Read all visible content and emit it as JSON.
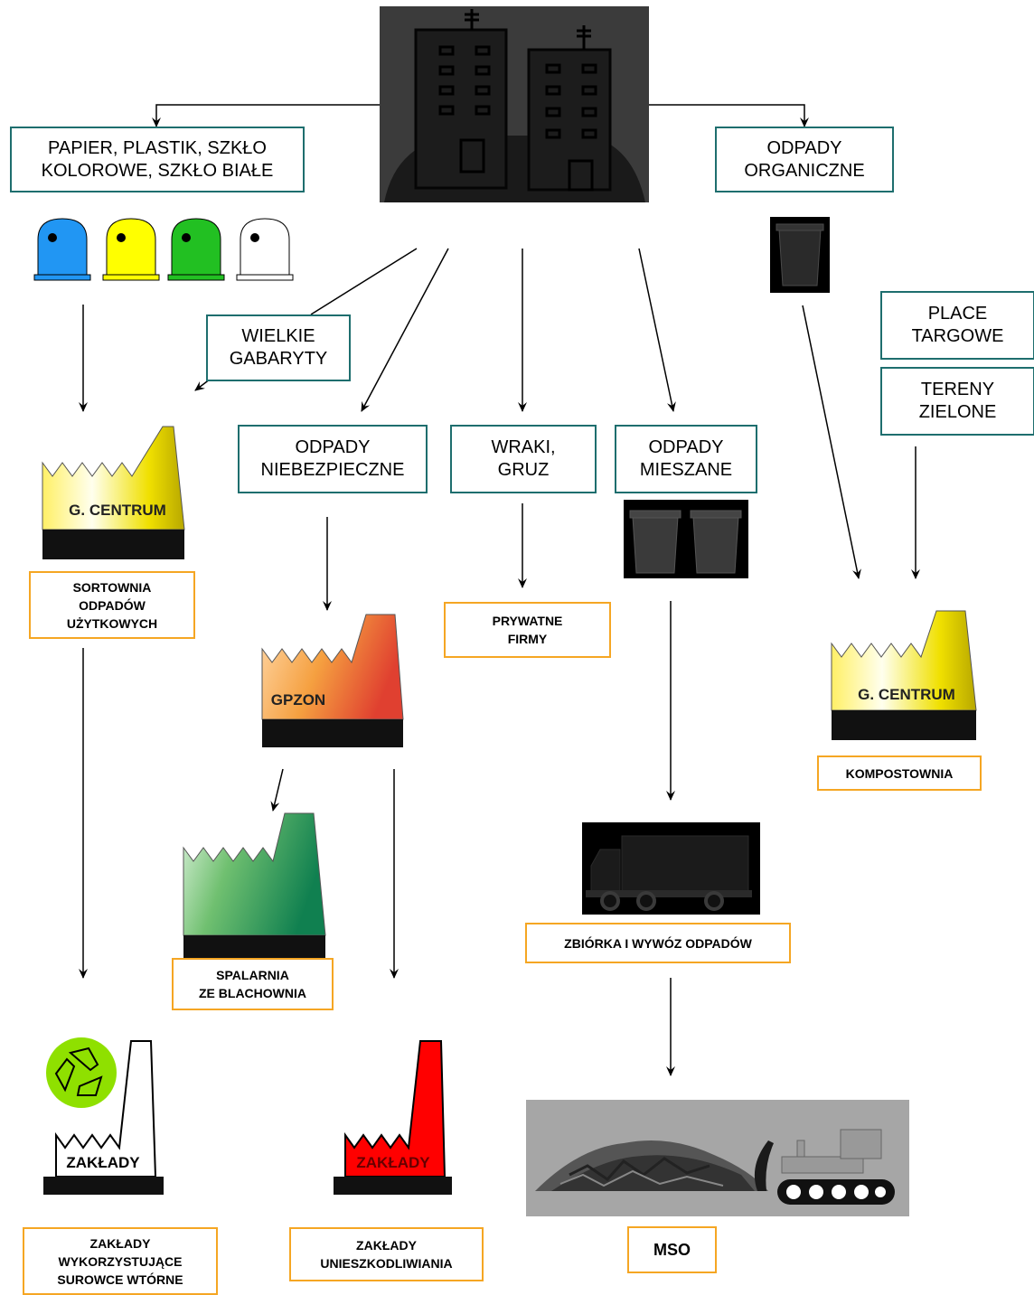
{
  "sources": {
    "recyclables": "PAPIER, PLASTIK, SZKŁO\nKOLOROWE, SZKŁO BIAŁE",
    "organic": "ODPADY\nORGANICZNE",
    "bulky": "WIELKIE\nGABARYTY",
    "hazardous": "ODPADY\nNIEBEZPIECZNE",
    "wrecks": "WRAKI,\nGRUZ",
    "mixed": "ODPADY\nMIESZANE",
    "markets": "PLACE\nTARGOWE",
    "green_areas": "TERENY\nZIELONE"
  },
  "facilities": {
    "gcentrum_left": "G. CENTRUM",
    "gpzon": "GPZON",
    "gcentrum_right": "G. CENTRUM",
    "plants_white": "ZAKŁADY",
    "plants_red": "ZAKŁADY"
  },
  "destinations": {
    "sorting": "SORTOWNIA\nODPADÓW\nUŻYTKOWYCH",
    "private": "PRYWATNE\nFIRMY",
    "incinerator": "SPALARNIA\nZE BLACHOWNIA",
    "collection": "ZBIÓRKA I WYWÓZ ODPADÓW",
    "composting": "KOMPOSTOWNIA",
    "recycling_plants": "ZAKŁADY\nWYKORZYSTUJĄCE\nSUROWCE WTÓRNE",
    "neutralization": "ZAKŁADY\nUNIESZKODLIWIANIA",
    "mso": "MSO"
  },
  "colors": {
    "teal_border": "#1e6e6e",
    "orange_border": "#f5a623",
    "bin_blue": "#2196f3",
    "bin_yellow": "#ffff00",
    "bin_green": "#22c022",
    "bin_white": "#ffffff",
    "factory_red": "#ff0000",
    "recycle_green": "#8fe000"
  }
}
